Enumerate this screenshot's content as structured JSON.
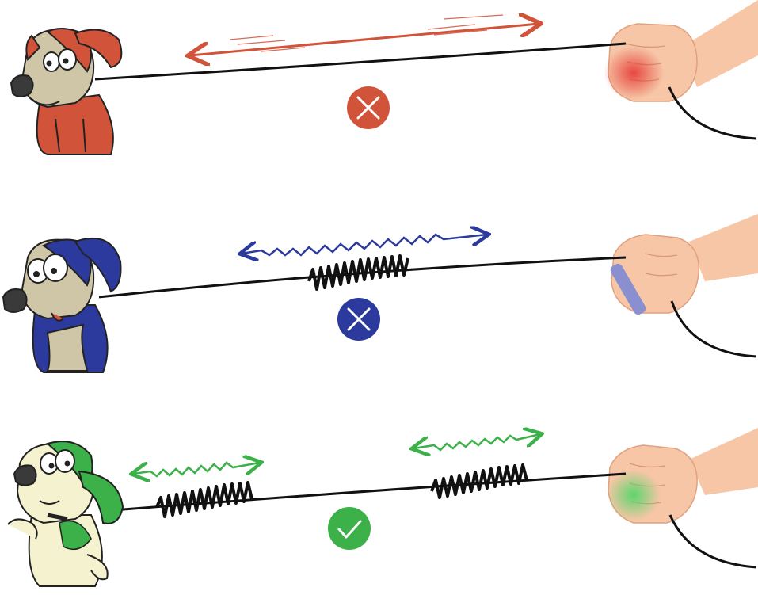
{
  "panels": [
    {
      "id": "no-bungee",
      "verdict": "wrong",
      "verdict_icon": "cross-icon",
      "accent_color": "#d0533a",
      "hand_glow_color": "#e53935"
    },
    {
      "id": "single-bungee",
      "verdict": "wrong",
      "verdict_icon": "cross-icon",
      "accent_color": "#2b3a9c",
      "hand_glow_color": "#6c73c4"
    },
    {
      "id": "double-bungee",
      "verdict": "correct",
      "verdict_icon": "check-icon",
      "accent_color": "#3cb14a",
      "hand_glow_color": "#5fd36a"
    }
  ],
  "colors": {
    "leash": "#111111",
    "dog_face": "#cfc6a8",
    "dog_face_green": "#f5f2cf",
    "skin": "#f6c6a6",
    "skin_shadow": "#e6a987"
  }
}
